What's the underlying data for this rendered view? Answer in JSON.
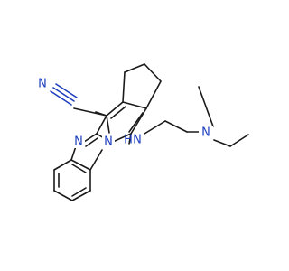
{
  "structure": {
    "atom_labels": {
      "nitrile_c": "C",
      "nitrile_n": "N",
      "imidazole_n": "N",
      "bridgehead_n": "N",
      "amine_n": "N",
      "amine_h": "H",
      "diethylamine_n": "N"
    },
    "colors": {
      "bond": "#1a1a1a",
      "nitrogen": "#1f3fbf",
      "background": "#ffffff"
    }
  }
}
